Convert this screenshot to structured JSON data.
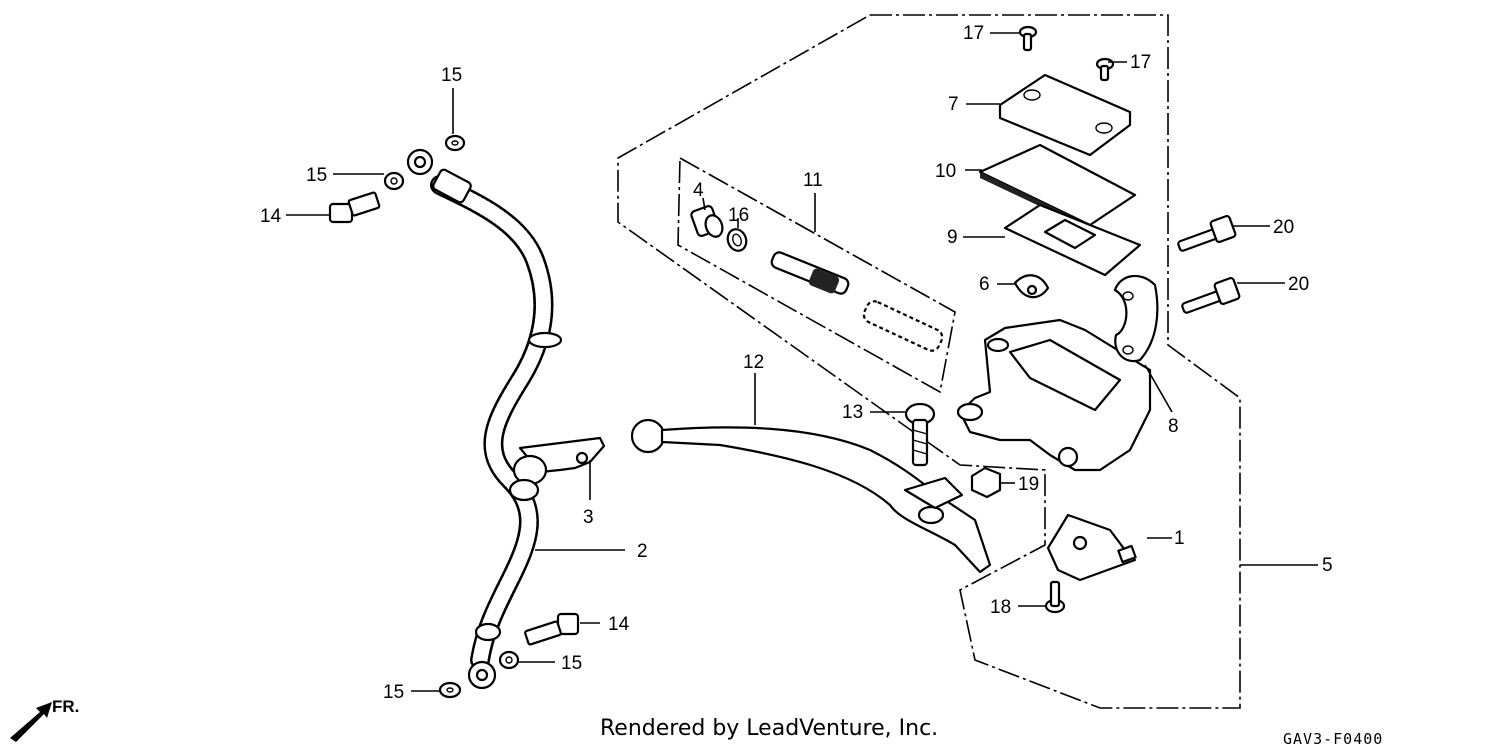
{
  "credit": "Rendered by LeadVenture, Inc.",
  "diagram_code": "GAV3-F0400",
  "direction_label": "FR.",
  "callouts": {
    "c1": "1",
    "c2": "2",
    "c3": "3",
    "c4": "4",
    "c5": "5",
    "c6": "6",
    "c7": "7",
    "c8": "8",
    "c9": "9",
    "c10": "10",
    "c11": "11",
    "c12": "12",
    "c13": "13",
    "c14a": "14",
    "c14b": "14",
    "c15a": "15",
    "c15b": "15",
    "c15c": "15",
    "c15d": "15",
    "c16": "16",
    "c17a": "17",
    "c17b": "17",
    "c18": "18",
    "c19": "19",
    "c20a": "20",
    "c20b": "20"
  }
}
